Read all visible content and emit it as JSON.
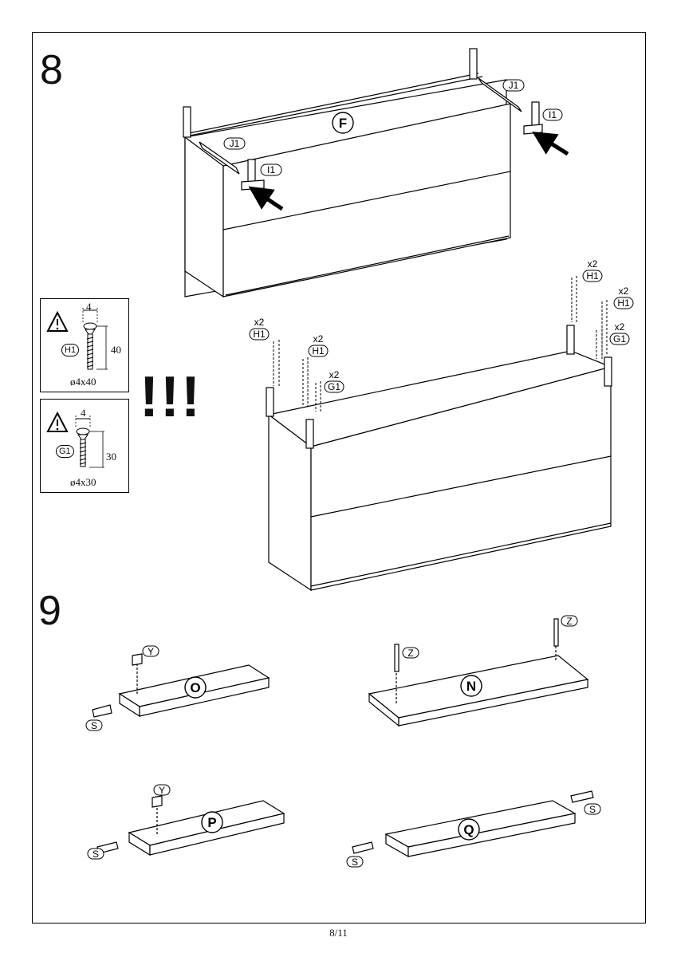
{
  "steps": [
    {
      "number": "8"
    },
    {
      "number": "9"
    }
  ],
  "step8": {
    "panel": "F",
    "rails": [
      "J1",
      "J1"
    ],
    "legs": [
      "I1",
      "I1"
    ],
    "qty_labels": [
      "x2",
      "x2",
      "x2",
      "x2",
      "x2",
      "x2"
    ],
    "screw_labels": [
      "H1",
      "H1",
      "G1",
      "H1",
      "H1",
      "G1"
    ],
    "warning": "!!!"
  },
  "screws": [
    {
      "code": "H1",
      "width": "4",
      "length": "40",
      "size": "ø4x40"
    },
    {
      "code": "G1",
      "width": "4",
      "length": "30",
      "size": "ø4x30"
    }
  ],
  "step9": {
    "boards": [
      "O",
      "N",
      "P",
      "Q"
    ],
    "fittings": {
      "O": [
        "Y",
        "S"
      ],
      "N": [
        "Z",
        "Z"
      ],
      "P": [
        "Y",
        "S"
      ],
      "Q": [
        "S",
        "S"
      ]
    }
  },
  "footer": {
    "page": "8/11"
  }
}
